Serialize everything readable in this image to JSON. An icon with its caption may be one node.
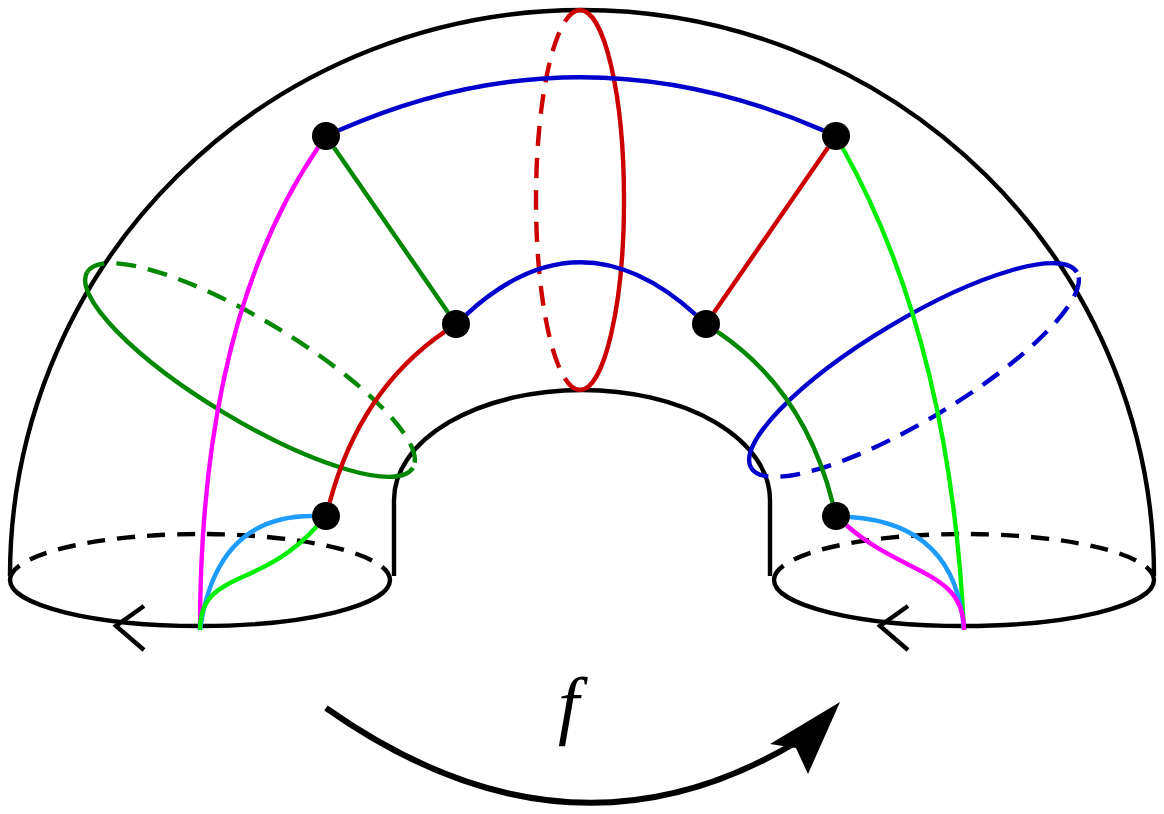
{
  "diagram": {
    "nodes": [
      {
        "text": [],
        "shape": "circle"
      },
      {
        "text": [],
        "shape": "circle"
      },
      {
        "text": [],
        "shape": "circle"
      },
      {
        "text": [],
        "shape": "circle"
      },
      {
        "text": [],
        "shape": "circle"
      },
      {
        "text": [],
        "shape": "circle"
      }
    ],
    "edges": [
      {
        "from": 0,
        "to": 1,
        "arrow": "none",
        "color": "#0000cc"
      },
      {
        "from": 2,
        "to": 3,
        "arrow": "none",
        "color": "#0000cc"
      },
      {
        "from": 0,
        "to": 2,
        "arrow": "none",
        "color": "#008800"
      },
      {
        "from": 1,
        "to": 3,
        "arrow": "none",
        "color": "#cc0000"
      },
      {
        "from": 2,
        "to": 4,
        "arrow": "none",
        "color": "#cc0000"
      },
      {
        "from": 3,
        "to": 5,
        "arrow": "none",
        "color": "#008800"
      },
      {
        "from": 0,
        "to": null,
        "arrow": "none",
        "color": "#ff00ff"
      },
      {
        "from": 4,
        "to": null,
        "arrow": "none",
        "color": "#1e9bff"
      },
      {
        "from": 4,
        "to": null,
        "arrow": "none",
        "color": "#00ee00"
      },
      {
        "from": 1,
        "to": null,
        "arrow": "none",
        "color": "#00ee00"
      },
      {
        "from": 5,
        "to": null,
        "arrow": "none",
        "color": "#1e9bff"
      },
      {
        "from": 5,
        "to": null,
        "arrow": "none",
        "color": "#ff00ff"
      }
    ],
    "labels": [
      "f"
    ]
  }
}
